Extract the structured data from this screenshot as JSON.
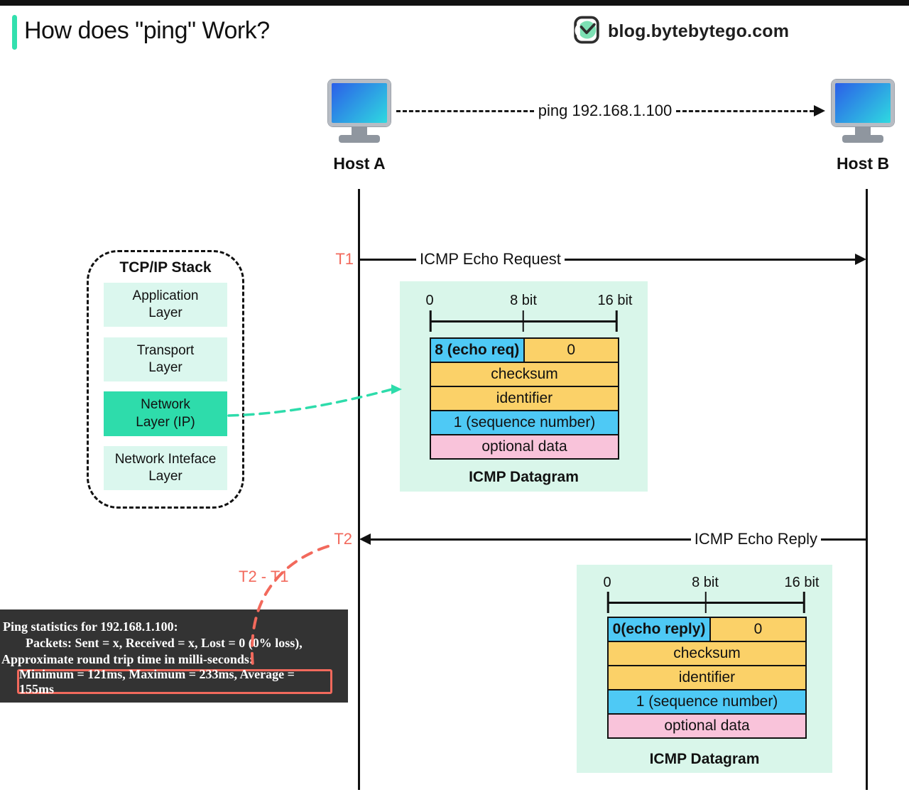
{
  "header": {
    "title": "How does \"ping\" Work?",
    "site": "blog.bytebytego.com"
  },
  "hosts": {
    "host_a": "Host A",
    "host_b": "Host B"
  },
  "ping_arrow": {
    "label": "ping 192.168.1.100"
  },
  "timeline": {
    "t1_label": "T1",
    "t2_label": "T2",
    "rtt_label": "T2 - T1",
    "request_label": "ICMP Echo Request",
    "reply_label": "ICMP Echo Reply"
  },
  "tcpip_stack": {
    "title": "TCP/IP Stack",
    "layers": [
      {
        "line1": "Application",
        "line2": "Layer",
        "highlighted": false
      },
      {
        "line1": "Transport",
        "line2": "Layer",
        "highlighted": false
      },
      {
        "line1": "Network",
        "line2": "Layer (IP)",
        "highlighted": true
      },
      {
        "line1": "Network Inteface",
        "line2": "Layer",
        "highlighted": false
      }
    ]
  },
  "request_datagram": {
    "scale": {
      "start": "0",
      "mid": "8 bit",
      "end": "16 bit"
    },
    "type_field": "8 (echo req)",
    "code_field": "0",
    "rows": [
      "checksum",
      "identifier",
      "1 (sequence number)",
      "optional data"
    ],
    "caption": "ICMP Datagram"
  },
  "reply_datagram": {
    "scale": {
      "start": "0",
      "mid": "8 bit",
      "end": "16 bit"
    },
    "type_field": "0(echo reply)",
    "code_field": "0",
    "rows": [
      "checksum",
      "identifier",
      "1 (sequence number)",
      "optional data"
    ],
    "caption": "ICMP Datagram"
  },
  "ping_stats": {
    "line1": "Ping statistics for 192.168.1.100:",
    "line2": "Packets: Sent = x, Received = x, Lost = 0 (0% loss),",
    "line3": "Approximate round trip time in milli-seconds:",
    "highlight": "Minimum = 121ms, Maximum = 233ms, Average = 155ms"
  },
  "colors": {
    "accent_teal": "#2edcab",
    "mint_bg": "#d9f6ea",
    "layer_bg": "#dbf7ee",
    "field_yellow": "#fbd168",
    "field_blue": "#4ec9f5",
    "field_pink": "#f9c3da",
    "marker_red": "#f2695c",
    "stats_bg": "#333333",
    "screen_blue": "#2b5fe8",
    "screen_cyan": "#2fd9e0"
  }
}
